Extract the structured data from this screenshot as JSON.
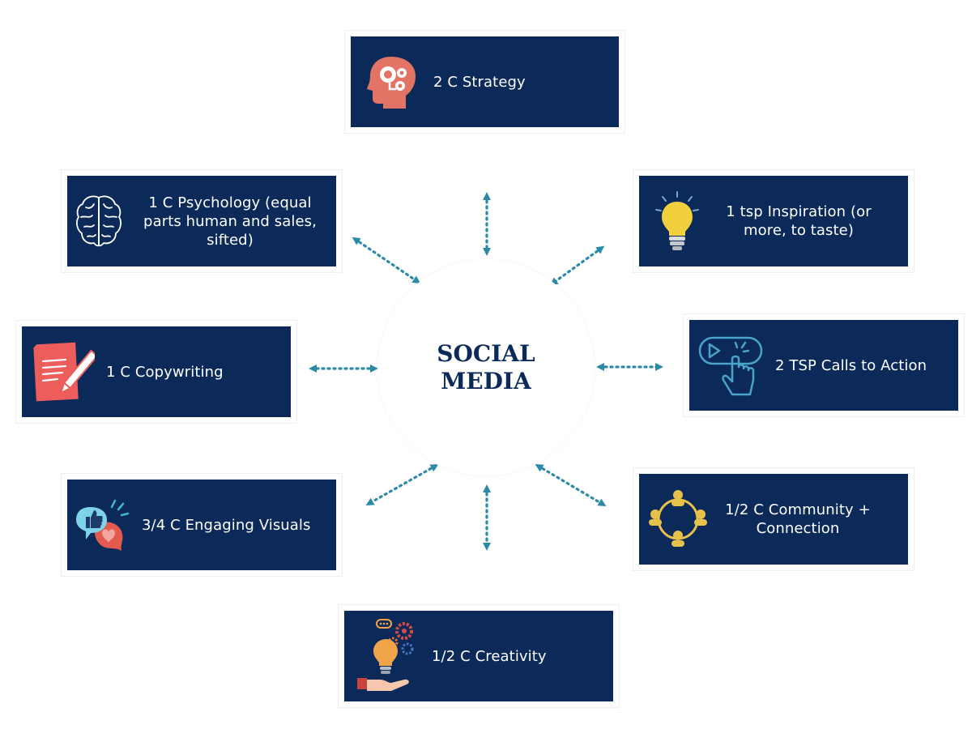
{
  "center": {
    "title": "SOCIAL\nMEDIA"
  },
  "ingredients": [
    {
      "label": "2 C Strategy",
      "icon": "head-gears-icon"
    },
    {
      "label": "1 tsp Inspiration (or more, to taste)",
      "icon": "lightbulb-icon"
    },
    {
      "label": "2 TSP Calls to Action",
      "icon": "click-button-icon"
    },
    {
      "label": "1/2 C Community + Connection",
      "icon": "community-network-icon"
    },
    {
      "label": "1/2 C Creativity",
      "icon": "creative-hand-bulb-icon"
    },
    {
      "label": "3/4 C Engaging Visuals",
      "icon": "like-heart-bubbles-icon"
    },
    {
      "label": "1 C Copywriting",
      "icon": "paper-pencil-icon"
    },
    {
      "label": "1 C Psychology (equal parts human and sales, sifted)",
      "icon": "brain-icon"
    }
  ],
  "colors": {
    "card_bg": "#0b2a59",
    "arrow": "#2b8aa8",
    "title": "#0b2a59",
    "accent_red": "#e5534b",
    "accent_yellow": "#f2cf3d"
  }
}
